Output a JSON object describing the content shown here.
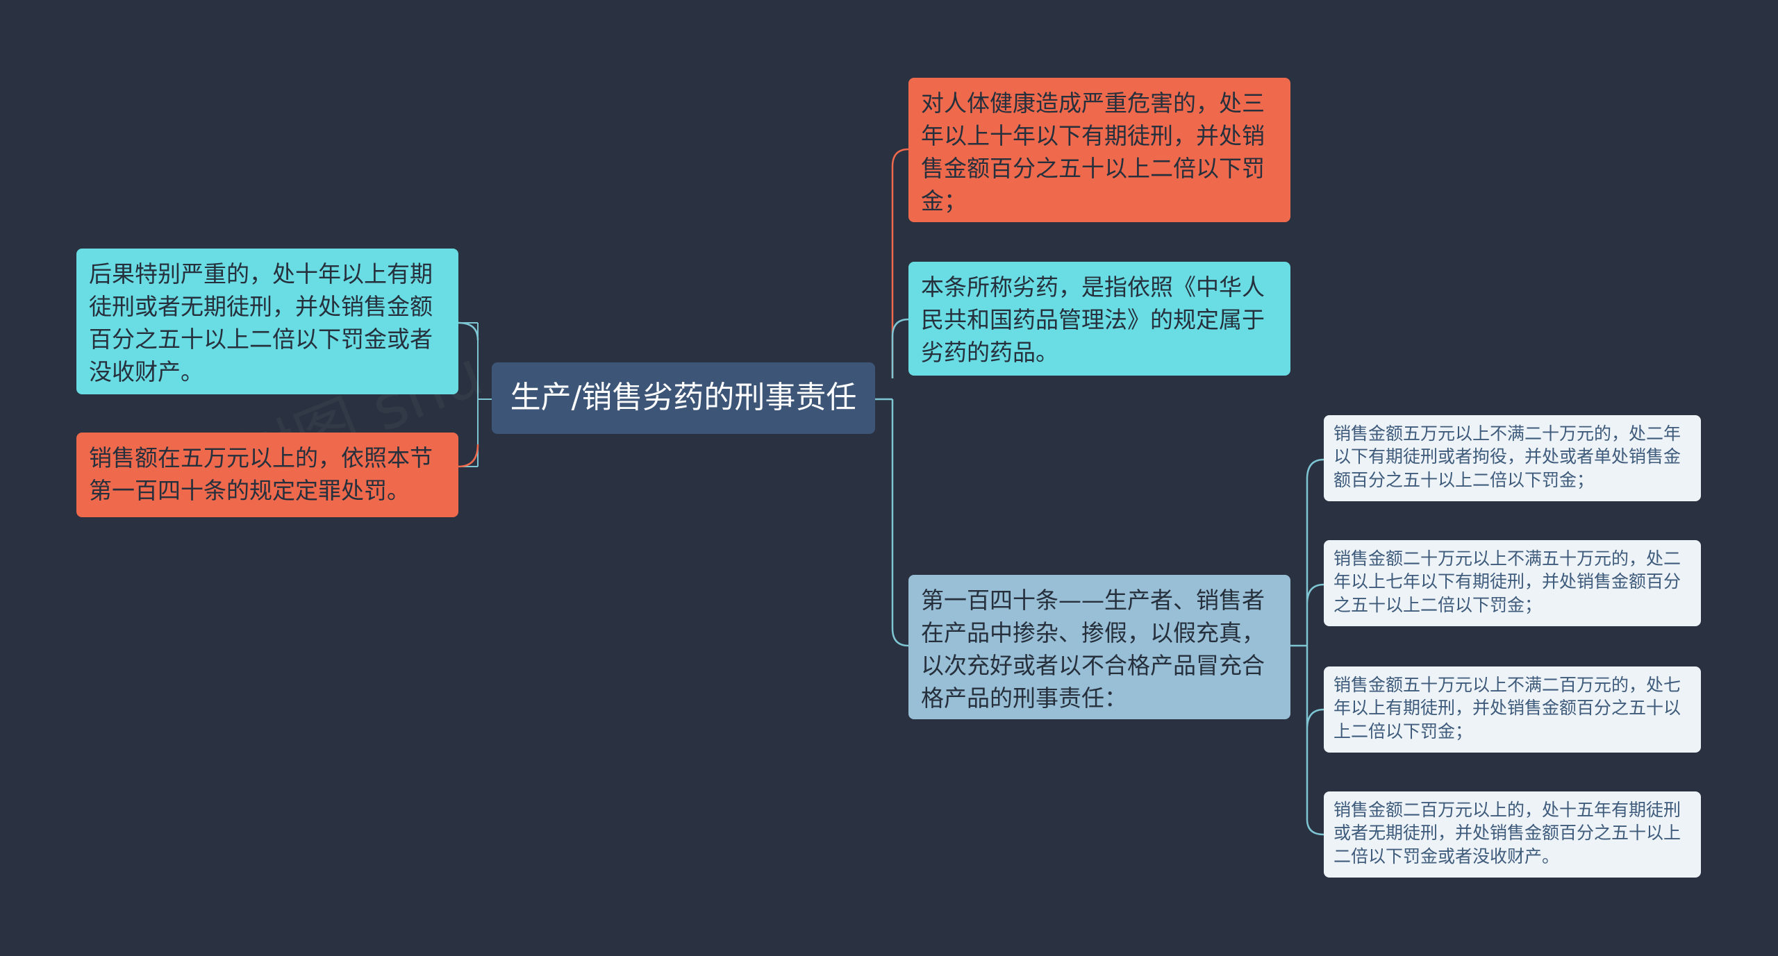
{
  "mindmap": {
    "root": {
      "label": "生产/销售劣药的刑事责任"
    },
    "left": [
      {
        "text": "后果特别严重的，处十年以上有期徒刑或者无期徒刑，并处销售金额百分之五十以上二倍以下罚金或者没收财产。",
        "color": "#69dde3"
      },
      {
        "text": "销售额在五万元以上的，依照本节第一百四十条的规定定罪处罚。",
        "color": "#ef694d"
      }
    ],
    "right": [
      {
        "text": "对人体健康造成严重危害的，处三年以上十年以下有期徒刑，并处销售金额百分之五十以上二倍以下罚金；",
        "color": "#ef694d"
      },
      {
        "text": "本条所称劣药，是指依照《中华人民共和国药品管理法》的规定属于劣药的药品。",
        "color": "#69dde3"
      },
      {
        "text": "第一百四十条——生产者、销售者在产品中掺杂、掺假，以假充真，以次充好或者以不合格产品冒充合格产品的刑事责任：",
        "color": "#99bfd6"
      }
    ],
    "sub": [
      {
        "text": "销售金额五万元以上不满二十万元的，处二年以下有期徒刑或者拘役，并处或者单处销售金额百分之五十以上二倍以下罚金；"
      },
      {
        "text": "销售金额二十万元以上不满五十万元的，处二年以上七年以下有期徒刑，并处销售金额百分之五十以上二倍以下罚金；"
      },
      {
        "text": "销售金额五十万元以上不满二百万元的，处七年以上有期徒刑，并处销售金额百分之五十以上二倍以下罚金；"
      },
      {
        "text": "销售金额二百万元以上的，处十五年有期徒刑或者无期徒刑，并处销售金额百分之五十以上二倍以下罚金或者没收财产。"
      }
    ],
    "watermark": "树图 shu"
  },
  "colors": {
    "background": "#2a3140",
    "root": "#3d5577",
    "red": "#ef694d",
    "cyan": "#69dde3",
    "blue": "#99bfd6",
    "pale": "#eef3f7"
  }
}
